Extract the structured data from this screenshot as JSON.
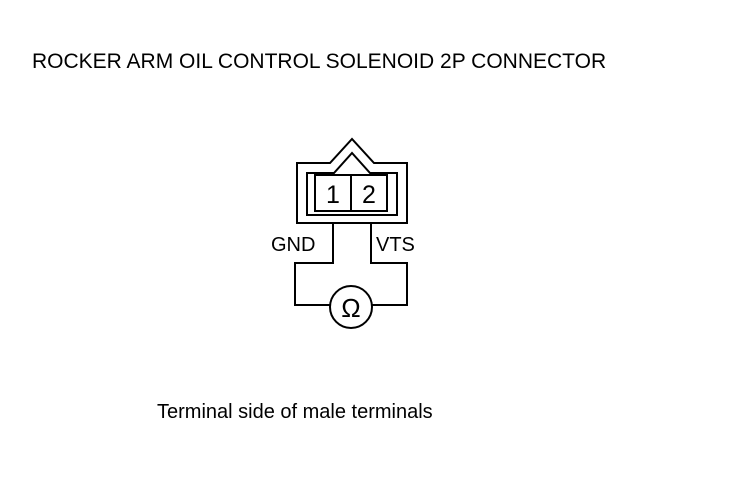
{
  "title": "ROCKER ARM OIL CONTROL SOLENOID 2P CONNECTOR",
  "connector": {
    "terminals": [
      "1",
      "2"
    ]
  },
  "wires": {
    "left_label": "GND",
    "right_label": "VTS"
  },
  "meter": {
    "symbol": "Ω",
    "icon": "ohmmeter-icon"
  },
  "caption": "Terminal side of male terminals",
  "colors": {
    "line": "#000000",
    "background": "#ffffff"
  }
}
